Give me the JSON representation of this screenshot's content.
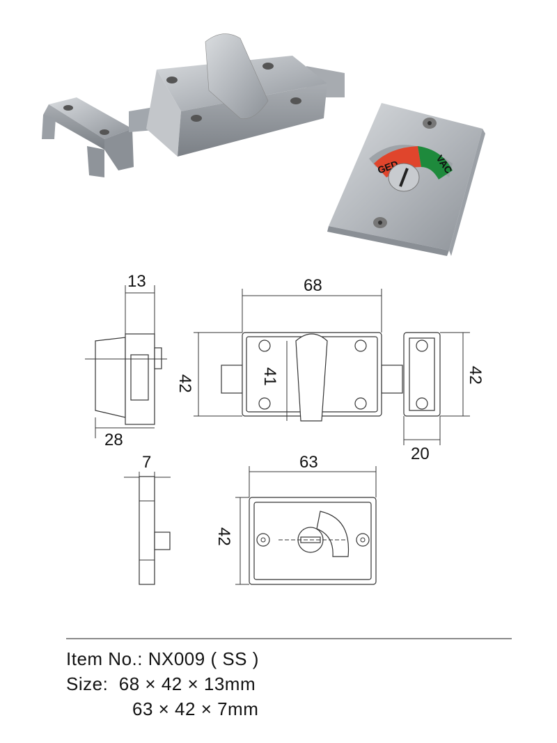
{
  "photos": {
    "indicator_occupied_text": "GED",
    "indicator_vacant_text": "VAC",
    "colors": {
      "occupied": "#e0452c",
      "vacant": "#1e8a3c",
      "steel": "#b8bcc2"
    }
  },
  "drawing": {
    "side_view_depth": "13",
    "side_view_length": "28",
    "front_width": "68",
    "front_height": "42",
    "knob_height": "41",
    "strike_height": "42",
    "strike_width": "20",
    "plate_depth": "7",
    "plate_width": "63",
    "plate_height": "42"
  },
  "specs": {
    "item_label": "Item No.:",
    "item_value": "NX009 ( SS )",
    "size_label": "Size:",
    "size_1": "68 × 42 × 13mm",
    "size_2": "63 × 42 × 7mm"
  }
}
